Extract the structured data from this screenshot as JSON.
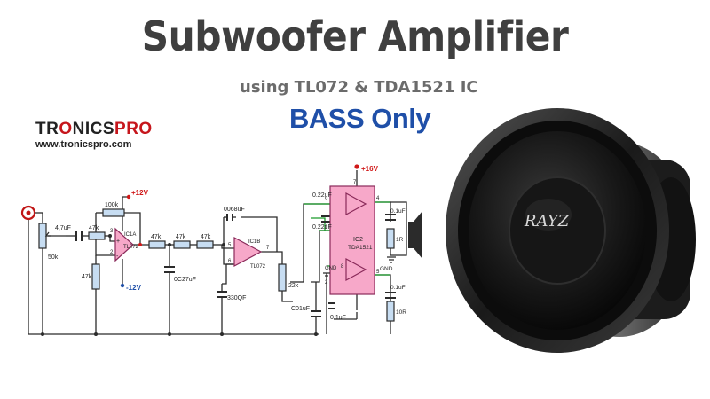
{
  "title": "Subwoofer Amplifier",
  "subtitle": "using TL072 & TDA1521 IC",
  "tagline": "BASS Only",
  "logo": {
    "brand_part1": "TR",
    "brand_part2": "O",
    "brand_part3": "NICS",
    "brand_part4": "PRO",
    "url": "www.tronicspro.com"
  },
  "schematic": {
    "labels": {
      "c_in": "4,7uF",
      "r_in": "47k",
      "pot": "50k",
      "r_fb": "100k",
      "r_gnd": "47k",
      "v_pos1": "+12V",
      "v_neg1": "-12V",
      "ic1a": "IC1A",
      "ic1a_part": "TL072",
      "r_f1": "47k",
      "r_f2": "47k",
      "r_f3": "47k",
      "c_f1": "0C27uF",
      "c_top": "0068uF",
      "c_f2": "330QF",
      "ic1b": "IC1B",
      "ic1b_part": "TL072",
      "pin_p": "+",
      "pin_m": "-",
      "pin3": "3",
      "pin2": "2",
      "pin5": "5",
      "pin6": "6",
      "pin7": "7",
      "pot2": "22k",
      "c_out": "C01uF",
      "c_in2a": "0.22uF",
      "c_in2b": "0.22uF",
      "c_bot": "0.1uF",
      "v_pos2": "+16V",
      "ic2": "IC2",
      "ic2_part": "TDA1521",
      "gnd1": "GND",
      "gnd2": "GND",
      "c_o1": "0.1uF",
      "c_o2": "0.1uF",
      "r_o1": "1R",
      "r_o2": "10R",
      "p7": "7",
      "p9": "9",
      "p4": "4",
      "p1": "1",
      "p8": "8",
      "p2": "2",
      "p5": "5"
    }
  },
  "speaker": {
    "badge": "RAYZ"
  },
  "colors": {
    "wire": "#2b2b2b",
    "green": "#1a9a2a",
    "ic_fill": "#f7a8c9",
    "ic_stroke": "#8a2a5a",
    "red": "#d01818",
    "res_fill": "#c7ddf2"
  }
}
